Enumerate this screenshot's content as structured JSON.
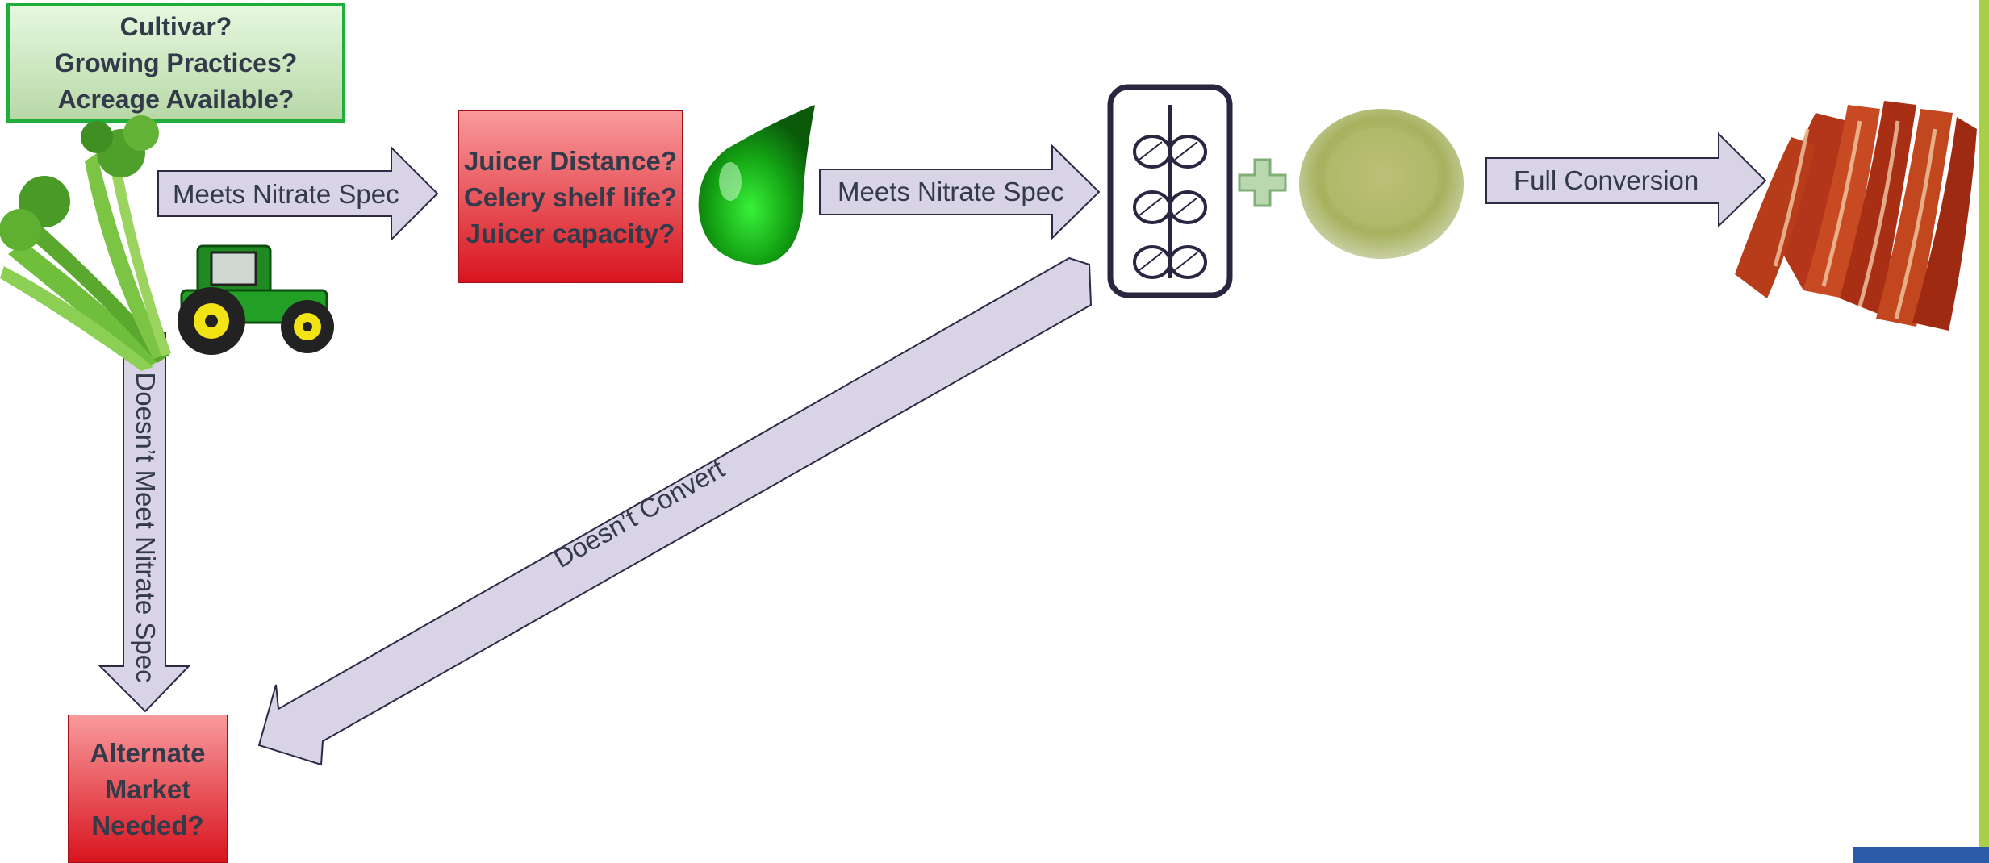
{
  "source_box": {
    "lines": [
      "Cultivar?",
      "Growing Practices?",
      "Acreage Available?"
    ],
    "color": "#1fae3a"
  },
  "juicer_box": {
    "lines": [
      "Juicer Distance?",
      "Celery shelf life?",
      "Juicer capacity?"
    ],
    "color": "#e0242c"
  },
  "alternate_box": {
    "lines": [
      "Alternate",
      "Market",
      "Needed?"
    ],
    "color": "#e0242c"
  },
  "arrows": {
    "celery_to_juicer": "Meets Nitrate Spec",
    "juice_to_fermentation": "Meets Nitrate Spec",
    "powder_to_bacon": "Full Conversion",
    "celery_to_alternate": "Doesn’t Meet Nitrate Spec",
    "fermentation_to_alternate": "Doesn’t Convert"
  },
  "icons": [
    "celery-icon",
    "tractor-icon",
    "green-droplet-icon",
    "bacteria-culture-icon",
    "plus-icon",
    "celery-powder-icon",
    "bacon-icon"
  ],
  "colors": {
    "arrow_fill": "#d9d3e6",
    "arrow_stroke": "#2e2a45",
    "accent_bar": "#a8d046"
  }
}
